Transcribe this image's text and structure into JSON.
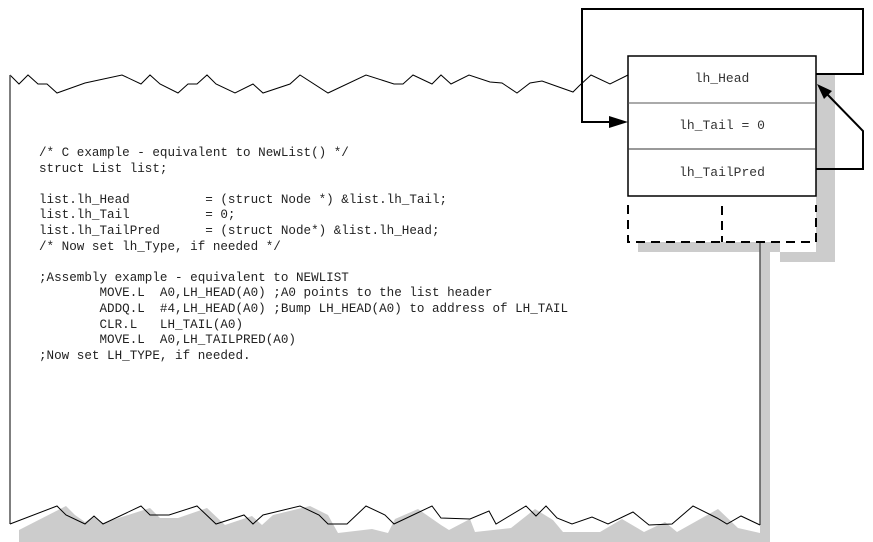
{
  "figure": {
    "title": "NewList initialization of a List header",
    "code_lines": [
      "/* C example - equivalent to NewList() */",
      "struct List list;",
      "",
      "list.lh_Head          = (struct Node *) &list.lh_Tail;",
      "list.lh_Tail          = 0;",
      "list.lh_TailPred      = (struct Node*) &list.lh_Head;",
      "/* Now set lh_Type, if needed */",
      "",
      ";Assembly example - equivalent to NEWLIST",
      "        MOVE.L  A0,LH_HEAD(A0) ;A0 points to the list header",
      "        ADDQ.L  #4,LH_HEAD(A0) ;Bump LH_HEAD(A0) to address of LH_TAIL",
      "        CLR.L   LH_TAIL(A0)",
      "        MOVE.L  A0,LH_TAILPRED(A0)",
      ";Now set LH_TYPE, if needed."
    ],
    "list_header": {
      "fields": [
        "lh_Head",
        "lh_Tail = 0",
        "lh_TailPred"
      ],
      "arrows": [
        {
          "from": "lh_Head",
          "to": "lh_Tail = 0",
          "label": ""
        },
        {
          "from": "lh_TailPred",
          "to": "lh_Head",
          "label": ""
        }
      ],
      "trailing_fields_dashed": 2
    },
    "colors": {
      "line": "#000000",
      "shadow": "#cccccc",
      "text": "#333333"
    }
  }
}
